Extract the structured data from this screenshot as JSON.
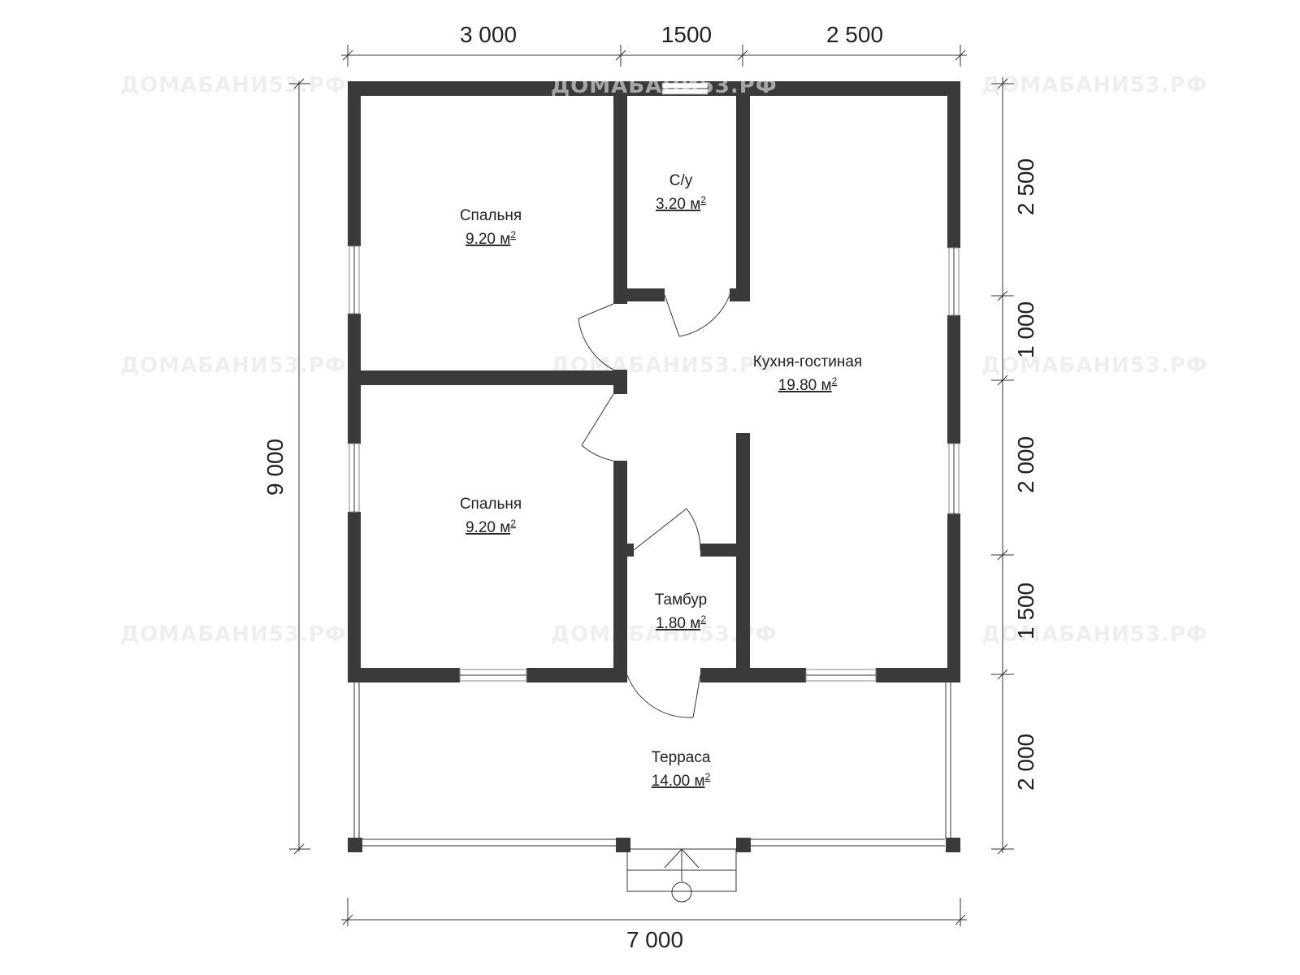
{
  "dimensions": {
    "top": [
      "3 000",
      "1500",
      "2 500"
    ],
    "bottom": "7 000",
    "left": "9 000",
    "right": [
      "2 500",
      "1 000",
      "2 000",
      "1 500",
      "2 000"
    ]
  },
  "rooms": [
    {
      "name": "Спальня",
      "area": "9.20 м",
      "unit_exp": "2"
    },
    {
      "name": "С/у",
      "area": "3.20 м",
      "unit_exp": "2"
    },
    {
      "name": "Кухня-гостиная",
      "area": "19.80 м",
      "unit_exp": "2"
    },
    {
      "name": "Спальня",
      "area": "9.20 м",
      "unit_exp": "2"
    },
    {
      "name": "Тамбур",
      "area": "1.80 м",
      "unit_exp": "2"
    },
    {
      "name": "Терраса",
      "area": "14.00 м",
      "unit_exp": "2"
    }
  ],
  "watermark": "ДОМАБАНИ53.РФ"
}
